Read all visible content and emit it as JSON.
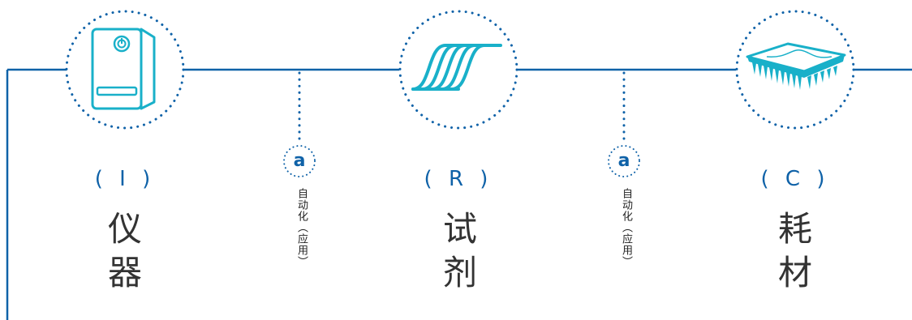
{
  "colors": {
    "line": "#0f62a8",
    "accent": "#19b0c9",
    "text": "#333333"
  },
  "stages": [
    {
      "code": "( I )",
      "name": [
        "仪",
        "器"
      ],
      "icon": "instrument-icon"
    },
    {
      "code": "( R )",
      "name": [
        "试",
        "剂"
      ],
      "icon": "reagent-curves-icon"
    },
    {
      "code": "( C )",
      "name": [
        "耗",
        "材"
      ],
      "icon": "consumable-plate-icon"
    }
  ],
  "connectors": [
    {
      "badge": "a",
      "text": "自动化（应用）"
    },
    {
      "badge": "a",
      "text": "自动化（应用）"
    }
  ]
}
